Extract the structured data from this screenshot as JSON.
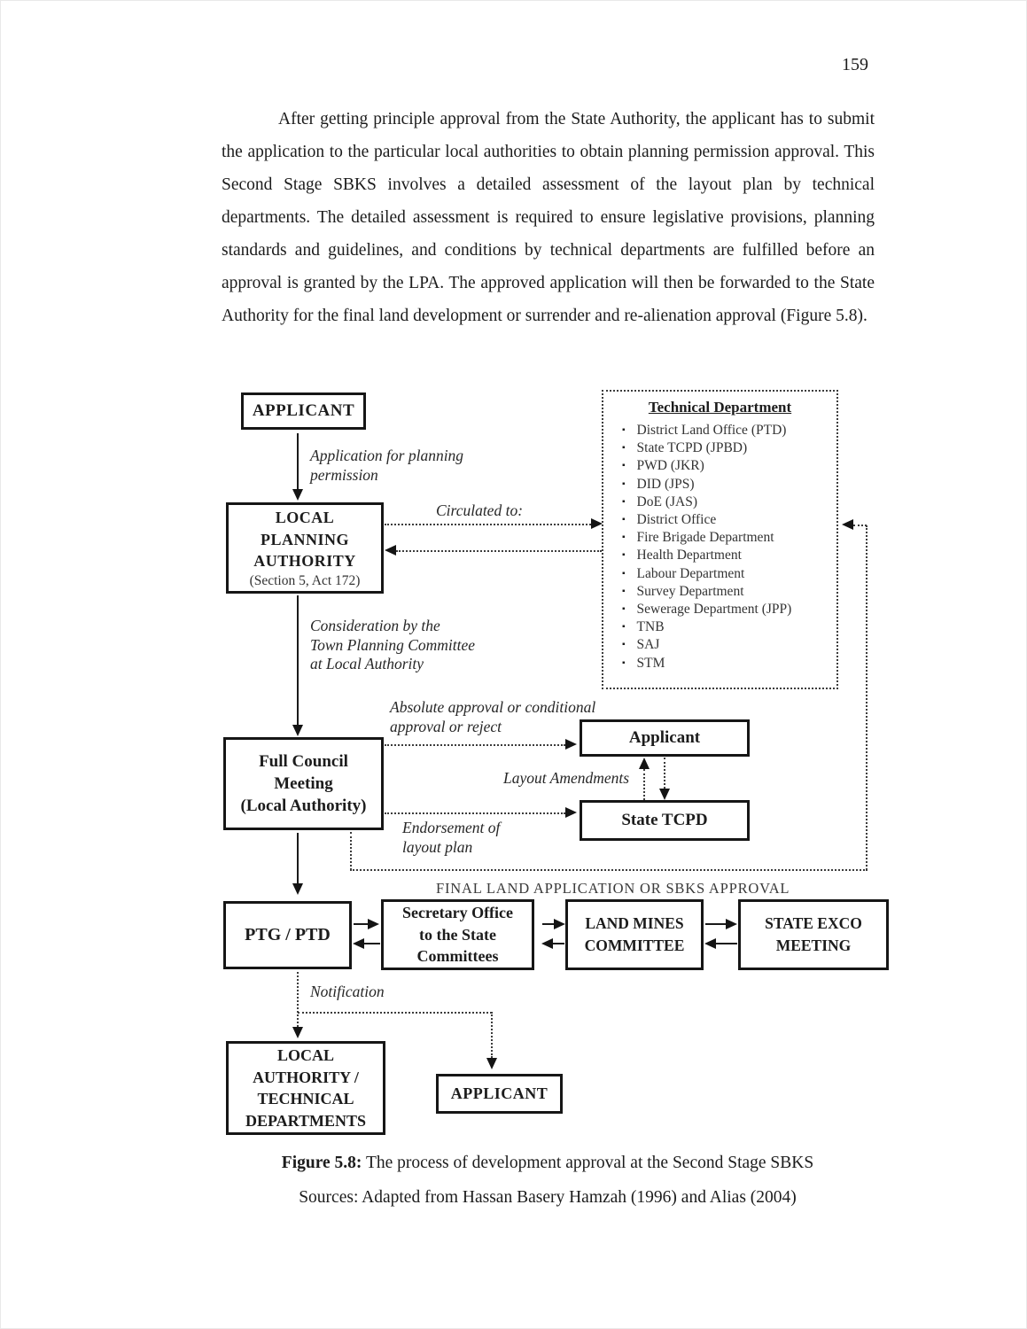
{
  "page": {
    "number": "159",
    "paragraph": "After getting principle approval from the State Authority, the applicant has to submit the application to the particular local authorities to obtain planning permission approval. This Second Stage SBKS involves a detailed assessment of the layout plan by technical departments. The detailed assessment is required to ensure legislative provisions, planning standards and guidelines, and conditions by technical departments are fulfilled before an approval is granted by the LPA. The approved application will then be forwarded to the State Authority for the final land development or surrender and re-alienation approval (Figure 5.8)."
  },
  "flowchart": {
    "boxes": {
      "applicant_top": "APPLICANT",
      "lpa_main": "LOCAL\nPLANNING\nAUTHORITY",
      "lpa_sub": "(Section 5, Act 172)",
      "full_council": "Full Council\nMeeting\n(Local Authority)",
      "applicant_mid": "Applicant",
      "state_tcpd": "State TCPD",
      "ptg_ptd": "PTG / PTD",
      "secretary": "Secretary Office\nto the State\nCommittees",
      "land_mines": "LAND MINES\nCOMMITTEE",
      "state_exco": "STATE EXCO\nMEETING",
      "local_authority": "LOCAL\nAUTHORITY /\nTECHNICAL\nDEPARTMENTS",
      "applicant_bottom": "APPLICANT"
    },
    "labels": {
      "application_for_planning": "Application for planning\npermission",
      "circulated_to": "Circulated to:",
      "consideration": "Consideration by the\nTown Planning Committee\nat Local Authority",
      "absolute_approval": "Absolute approval or conditional\napproval or reject",
      "layout_amendments": "Layout Amendments",
      "endorsement": "Endorsement of\nlayout plan",
      "final_land_approval": "FINAL LAND APPLICATION OR SBKS APPROVAL",
      "notification": "Notification"
    },
    "technical_department": {
      "title": "Technical Department",
      "bullet": "▪",
      "items": [
        "District Land Office (PTD)",
        "State TCPD (JPBD)",
        "PWD (JKR)",
        "DID (JPS)",
        "DoE (JAS)",
        "District Office",
        "Fire Brigade Department",
        "Health Department",
        "Labour Department",
        "Survey Department",
        "Sewerage Department (JPP)",
        "TNB",
        "SAJ",
        "STM"
      ]
    }
  },
  "caption": {
    "figure_label": "Figure 5.8:",
    "figure_text": " The process of development approval at the Second Stage SBKS",
    "sources": "Sources: Adapted from Hassan Basery Hamzah (1996) and Alias (2004)"
  }
}
